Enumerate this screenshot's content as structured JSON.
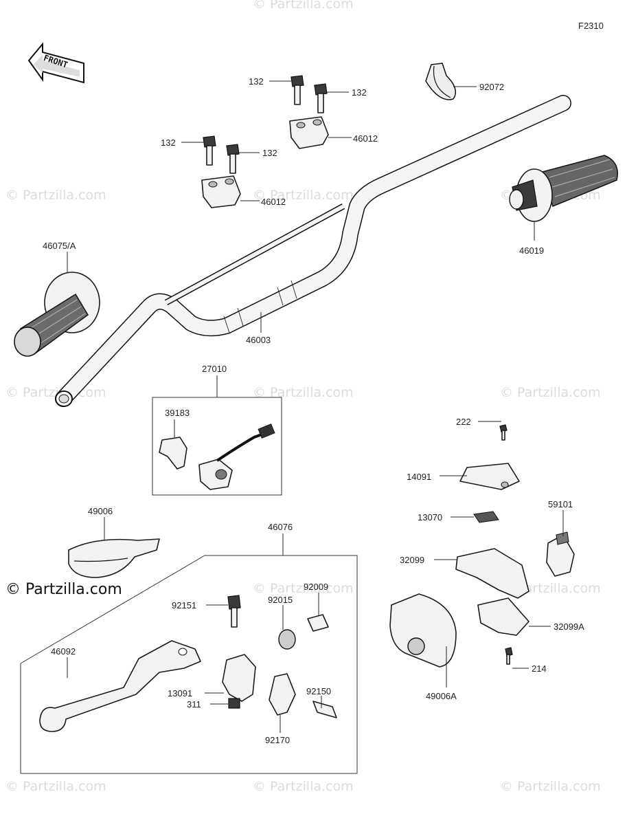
{
  "diagram_code": "F2310",
  "front_arrow_text": "FRONT",
  "watermarks": [
    "© Partzilla.com",
    "© Partzilla.com",
    "© Partzilla.com",
    "© Partzilla.com",
    "© Partzilla.com",
    "© Partzilla.com",
    "© Partzilla.com",
    "© Partzilla.com",
    "© Partzilla.com",
    "© Partzilla.com",
    "© Partzilla.com",
    "© Partzilla.com"
  ],
  "watermark_dark": "© Partzilla.com",
  "labels": [
    {
      "id": "132-a",
      "text": "132"
    },
    {
      "id": "132-b",
      "text": "132"
    },
    {
      "id": "132-c",
      "text": "132"
    },
    {
      "id": "132-d",
      "text": "132"
    },
    {
      "id": "46012-a",
      "text": "46012"
    },
    {
      "id": "46012-b",
      "text": "46012"
    },
    {
      "id": "92072",
      "text": "92072"
    },
    {
      "id": "46019",
      "text": "46019"
    },
    {
      "id": "46075A",
      "text": "46075/A"
    },
    {
      "id": "46003",
      "text": "46003"
    },
    {
      "id": "27010",
      "text": "27010"
    },
    {
      "id": "39183",
      "text": "39183"
    },
    {
      "id": "222",
      "text": "222"
    },
    {
      "id": "14091",
      "text": "14091"
    },
    {
      "id": "13070",
      "text": "13070"
    },
    {
      "id": "59101",
      "text": "59101"
    },
    {
      "id": "32099",
      "text": "32099"
    },
    {
      "id": "32099A",
      "text": "32099A"
    },
    {
      "id": "214",
      "text": "214"
    },
    {
      "id": "49006A",
      "text": "49006A"
    },
    {
      "id": "49006",
      "text": "49006"
    },
    {
      "id": "46076",
      "text": "46076"
    },
    {
      "id": "92151",
      "text": "92151"
    },
    {
      "id": "92009",
      "text": "92009"
    },
    {
      "id": "92015",
      "text": "92015"
    },
    {
      "id": "46092",
      "text": "46092"
    },
    {
      "id": "13091",
      "text": "13091"
    },
    {
      "id": "92150",
      "text": "92150"
    },
    {
      "id": "311",
      "text": "311"
    },
    {
      "id": "92170",
      "text": "92170"
    }
  ]
}
